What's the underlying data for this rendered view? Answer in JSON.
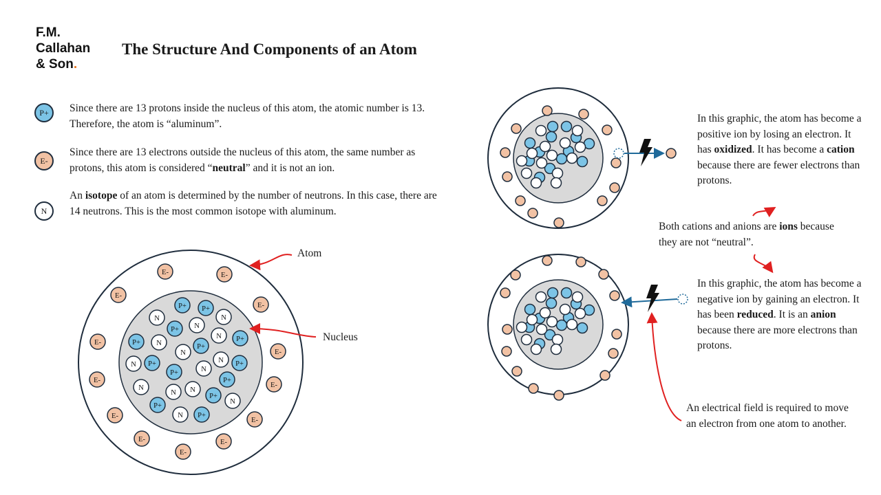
{
  "logo": {
    "line1": "F.M.",
    "line2": "Callahan",
    "line3": "& Son",
    "dot": "."
  },
  "title": "The Structure And Components of an Atom",
  "colors": {
    "proton": "#7cc4e6",
    "electron": "#f2c2a4",
    "neutron": "#ffffff",
    "nucleus": "#d9d9d9",
    "arrow_red": "#e02020",
    "arrow_blue": "#1f6a9a",
    "outline": "#1f2d3d"
  },
  "legend": [
    {
      "symbol": "P+",
      "before": "Since there are 13 protons inside the nucleus of this atom, the atomic number is 13. Therefore, the atom is “aluminum”.",
      "bold": "",
      "after": ""
    },
    {
      "symbol": "E-",
      "before": "Since there are 13 electrons outside the nucleus of this atom, the same number as protons, this atom is considered “",
      "bold": "neutral",
      "after": "” and it is not an ion."
    },
    {
      "symbol": "N",
      "before": "An ",
      "bold": "isotope",
      "after": " of an atom is determined by the number of neutrons. In this case, there are 14 neutrons. This is the most common isotope with aluminum."
    }
  ],
  "particle_labels": {
    "proton": "P+",
    "electron": "E-",
    "neutron": "N"
  },
  "labels": {
    "atom": "Atom",
    "nucleus": "Nucleus"
  },
  "cation_text": {
    "t1": "In this graphic, the atom has become a positive ion by losing an electron. It has ",
    "b1": "oxidized",
    "t2": ". It has become a ",
    "b2": "cation",
    "t3": " because there are fewer electrons than protons."
  },
  "ions_text": {
    "t1": "Both cations and anions are ",
    "b1": "ions",
    "t2": " because they are not “neutral”."
  },
  "anion_text": {
    "t1": "In this graphic, the atom has become a negative ion by gaining an electron. It has been ",
    "b1": "reduced",
    "t2": ". It is an ",
    "b2": "anion",
    "t3": " because there are more electrons than protons."
  },
  "field_text": "An electrical field is required to move an electron from one atom to another.",
  "counts": {
    "protons": 13,
    "electrons": 13,
    "neutrons": 14,
    "cation_electrons": 12,
    "anion_electrons": 14
  }
}
